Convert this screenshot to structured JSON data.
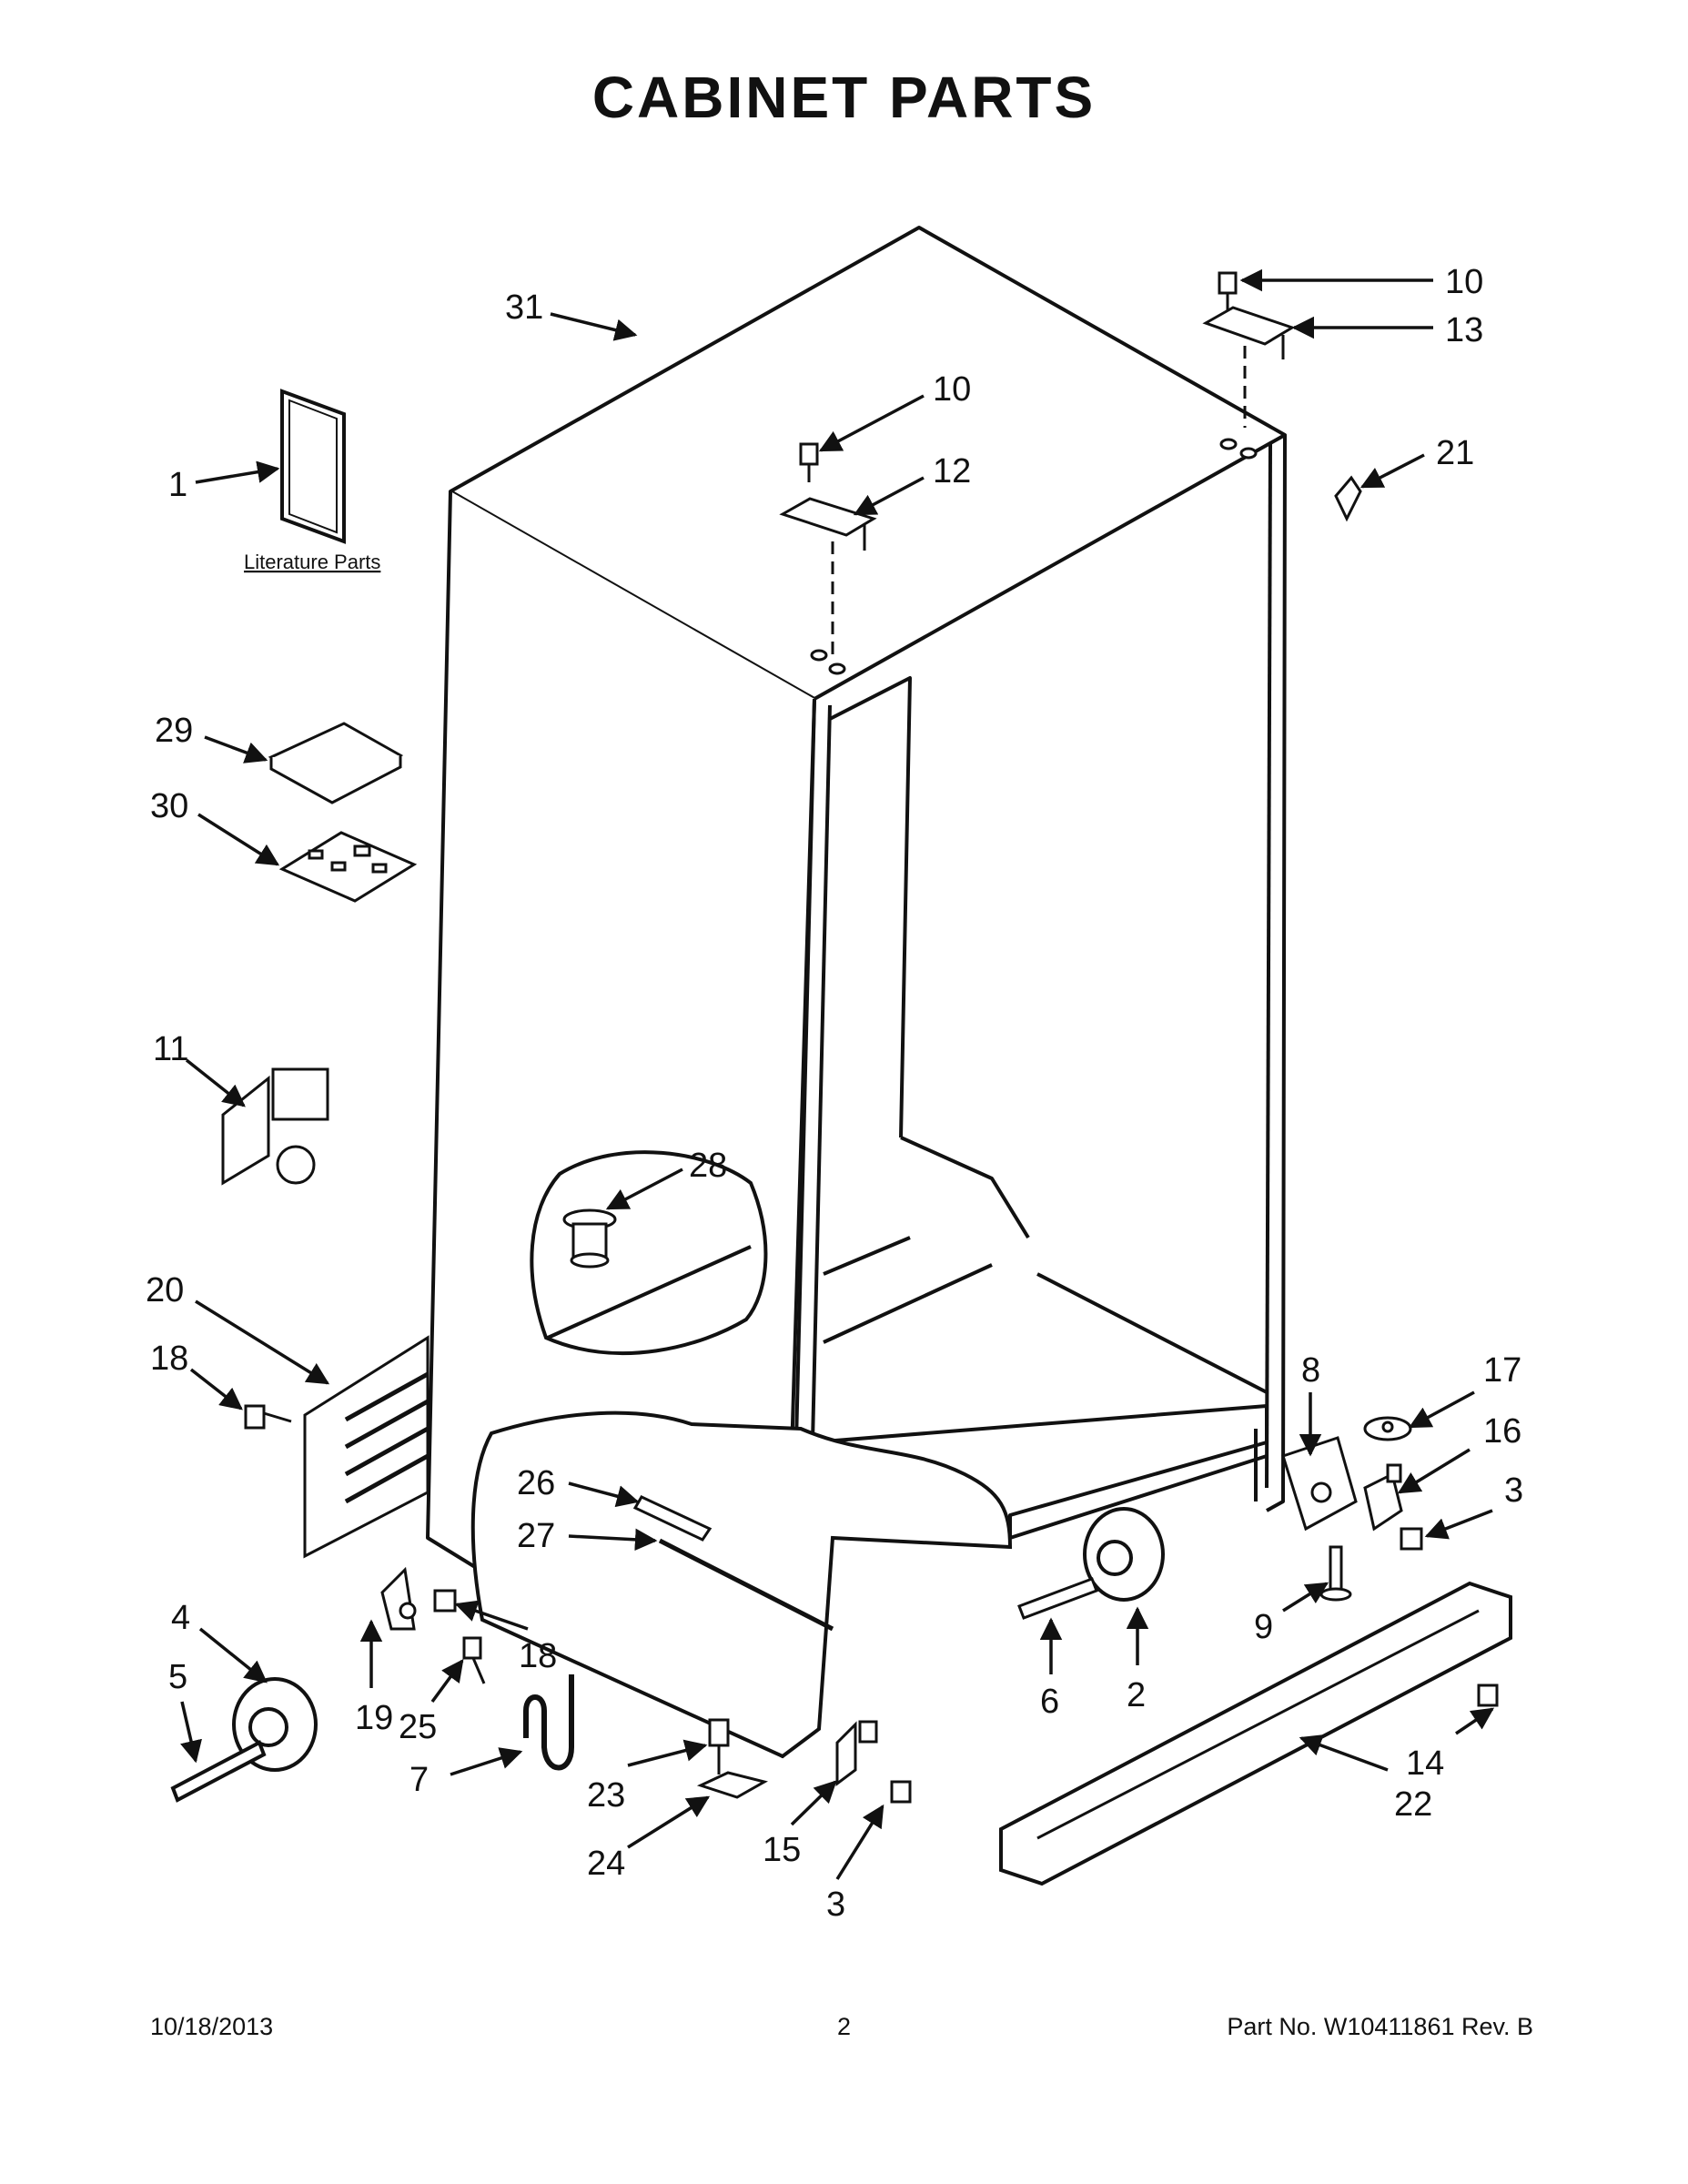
{
  "title": "CABINET PARTS",
  "literature_label": "Literature Parts",
  "callouts": [
    "1",
    "29",
    "30",
    "11",
    "20",
    "18",
    "4",
    "5",
    "28",
    "26",
    "27",
    "19",
    "25",
    "7",
    "18",
    "23",
    "24",
    "15",
    "3",
    "31",
    "10",
    "12",
    "10",
    "13",
    "21",
    "8",
    "17",
    "16",
    "3",
    "9",
    "6",
    "2",
    "14",
    "22"
  ],
  "footer": {
    "date": "10/18/2013",
    "page": "2",
    "part": "Part No.  W10411861  Rev.  B"
  }
}
